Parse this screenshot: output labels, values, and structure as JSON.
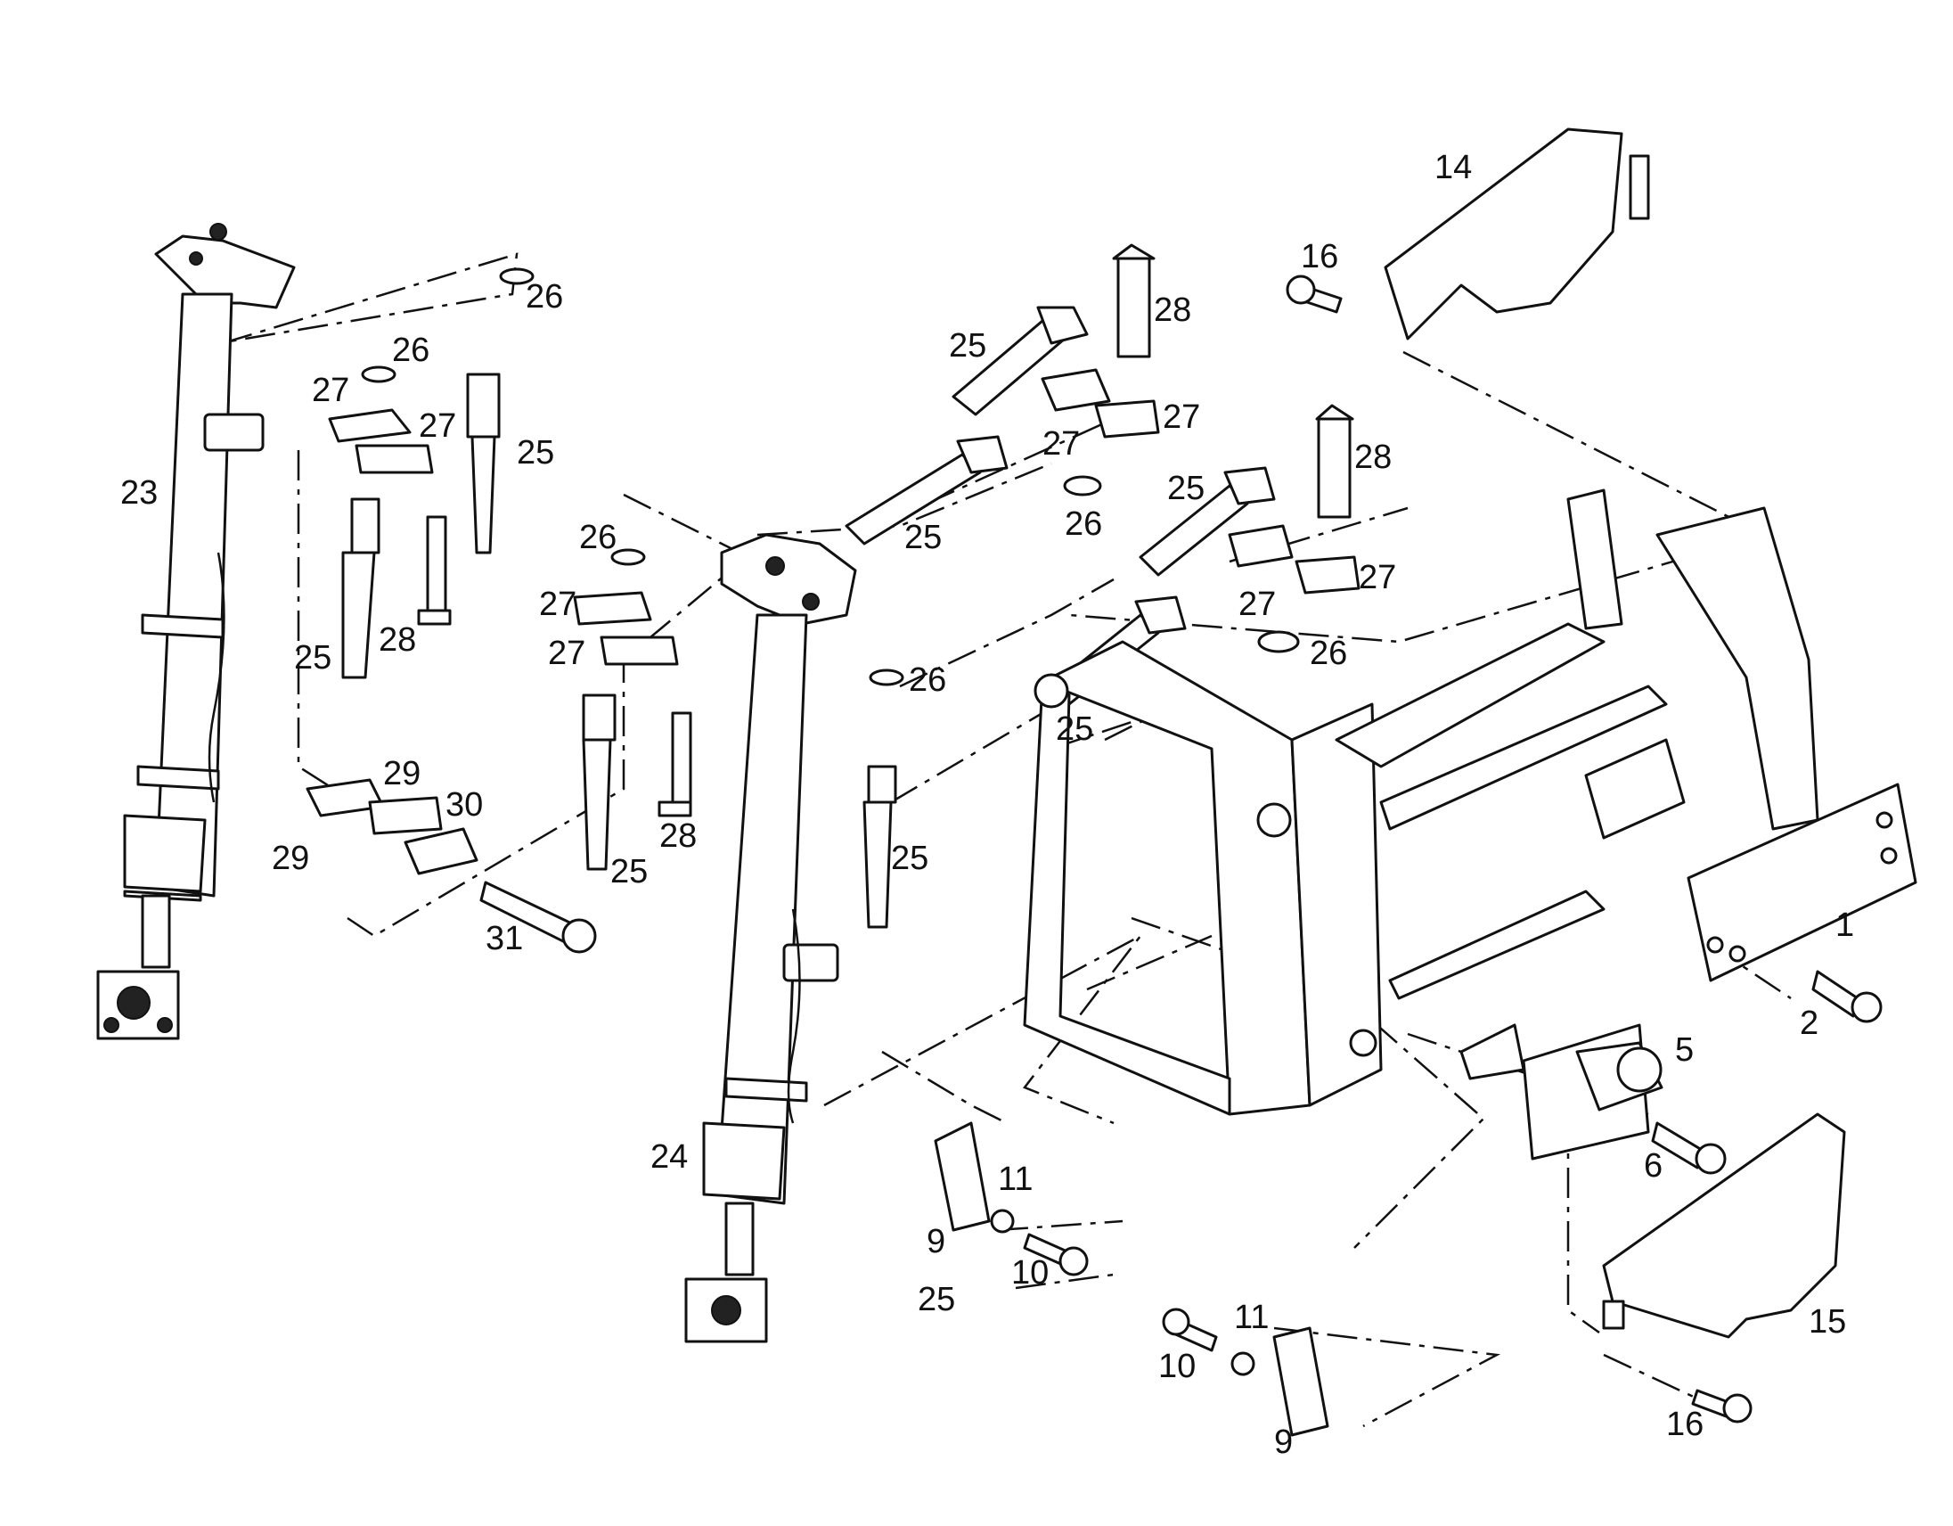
{
  "callouts": {
    "c1": "1",
    "c2": "2",
    "c5": "5",
    "c6": "6",
    "c9a": "9",
    "c9b": "9",
    "c10a": "10",
    "c10b": "10",
    "c11a": "11",
    "c11b": "11",
    "c14": "14",
    "c15": "15",
    "c16a": "16",
    "c16b": "16",
    "c23": "23",
    "c24": "24",
    "c25a": "25",
    "c25b": "25",
    "c25c": "25",
    "c25d": "25",
    "c25e": "25",
    "c25f": "25",
    "c25g": "25",
    "c25h": "25",
    "c25i": "25",
    "c26a": "26",
    "c26b": "26",
    "c26c": "26",
    "c26d": "26",
    "c26e": "26",
    "c26f": "26",
    "c27a": "27",
    "c27b": "27",
    "c27c": "27",
    "c27d": "27",
    "c27e": "27",
    "c27f": "27",
    "c27g": "27",
    "c27h": "27",
    "c28a": "28",
    "c28b": "28",
    "c28c": "28",
    "c28d": "28",
    "c29a": "29",
    "c29b": "29",
    "c30": "30",
    "c31": "31"
  }
}
